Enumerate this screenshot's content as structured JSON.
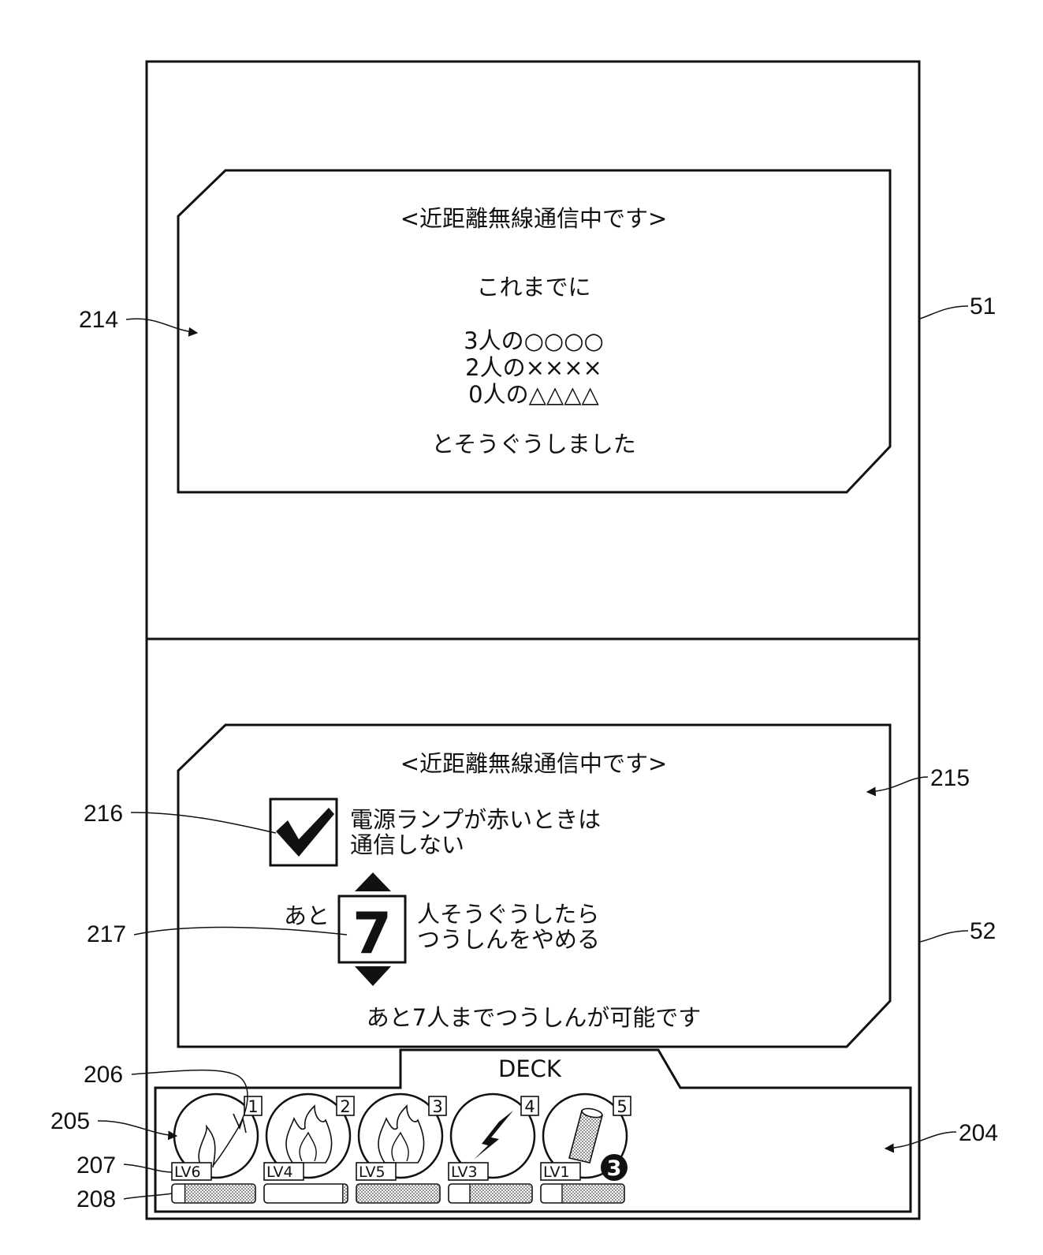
{
  "top_screen": {
    "ref": "51",
    "panel_ref": "214",
    "title": "<近距離無線通信中です>",
    "intro": "これまでに",
    "encounters": [
      "3人の○○○○",
      "2人の××××",
      "0人の△△△△"
    ],
    "outro": "とそうぐうしました"
  },
  "bottom_screen": {
    "ref": "52",
    "panel_ref": "215",
    "title": "<近距離無線通信中です>",
    "checkbox": {
      "ref": "216",
      "checked": true,
      "label_line1": "電源ランプが赤いときは",
      "label_line2": "通信しない"
    },
    "counter": {
      "ref": "217",
      "prefix": "あと",
      "value": "7",
      "suffix_line1": "人そうぐうしたら",
      "suffix_line2": "つうしんをやめる"
    },
    "footer": "あと7人までつうしんが可能です"
  },
  "deck": {
    "ref": "204",
    "tab_label": "DECK",
    "callouts": {
      "slot": "205",
      "number": "206",
      "level": "207",
      "gauge": "208"
    },
    "cards": [
      {
        "number": "1",
        "level": "LV6",
        "icon": "fire-small-icon",
        "gauge": 0.15
      },
      {
        "number": "2",
        "level": "LV4",
        "icon": "fire-large-icon",
        "gauge": 0.95
      },
      {
        "number": "3",
        "level": "LV5",
        "icon": "fire-large-icon",
        "gauge": 0.0
      },
      {
        "number": "4",
        "level": "LV3",
        "icon": "lightning-icon",
        "gauge": 0.25
      },
      {
        "number": "5",
        "level": "LV1",
        "icon": "cylinder-icon",
        "gauge": 0.25,
        "badge": "3"
      }
    ]
  }
}
